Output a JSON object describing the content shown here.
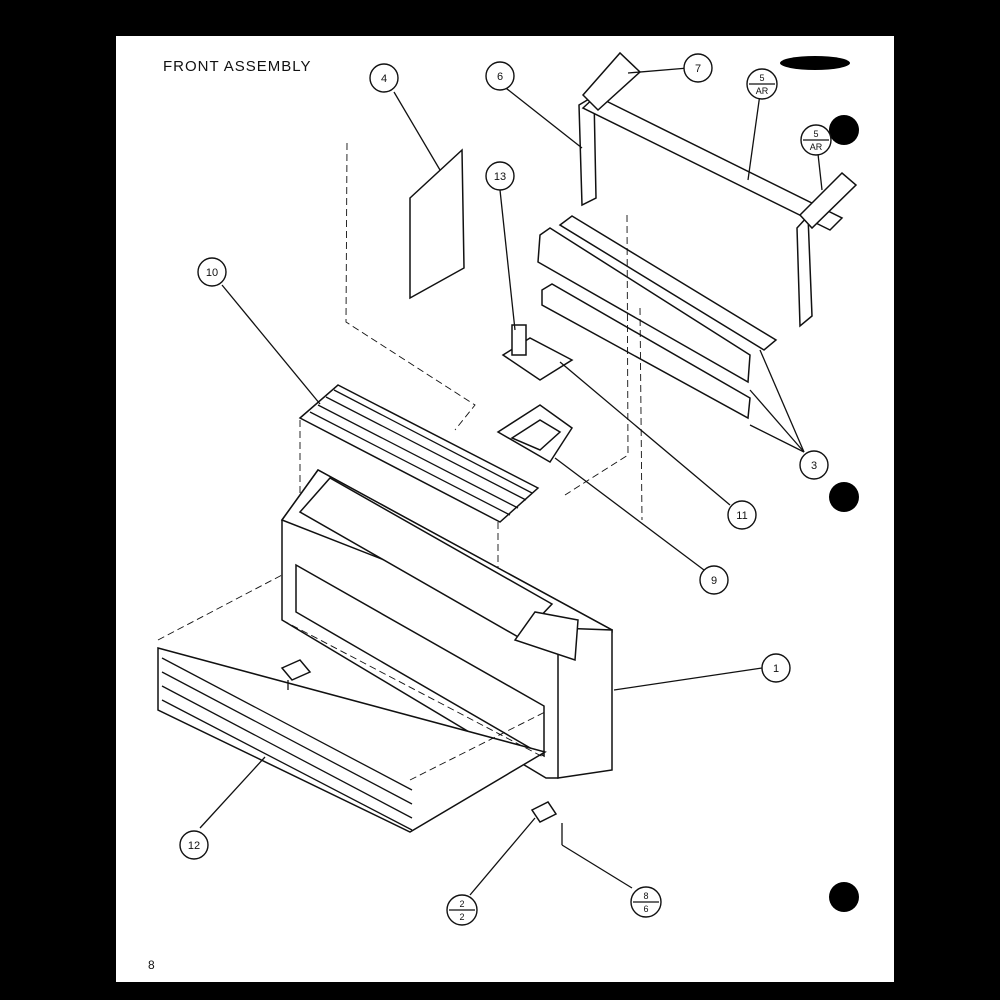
{
  "title": "FRONT ASSEMBLY",
  "page_number": "8",
  "callouts": {
    "c1": "1",
    "c3": "3",
    "c4": "4",
    "c6": "6",
    "c7": "7",
    "c9": "9",
    "c10": "10",
    "c11": "11",
    "c12": "12",
    "c13": "13",
    "ref_a_top": "5",
    "ref_a_bot": "AR",
    "ref_b_top": "5",
    "ref_b_bot": "AR",
    "ref_c_top": "8",
    "ref_c_bot": "6",
    "ref_d_top": "2",
    "ref_d_bot": "2"
  }
}
